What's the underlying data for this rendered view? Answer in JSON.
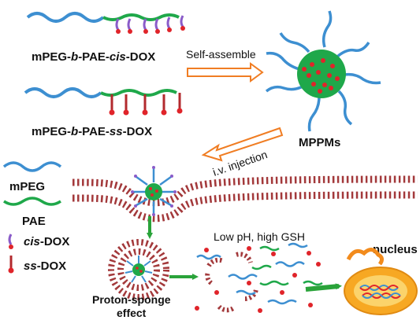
{
  "labels": {
    "polymer1": {
      "pre": "mPEG-",
      "b": "b",
      "mid": "-PAE-",
      "suffix": "cis",
      "post": "-DOX"
    },
    "polymer2": {
      "pre": "mPEG-",
      "b": "b",
      "mid": "-PAE-",
      "suffix": "ss",
      "post": "-DOX"
    },
    "self_assemble": "Self-assemble",
    "iv_injection": "i.v. injection",
    "mppms": "MPPMs",
    "low_ph": "Low pH, high GSH",
    "nucleus": "nucleus",
    "proton_sponge_1": "Proton-sponge",
    "proton_sponge_2": "effect"
  },
  "legend": {
    "mpeg": "mPEG",
    "pae": "PAE",
    "cis_dox": {
      "italic": "cis",
      "rest": "-DOX"
    },
    "ss_dox": {
      "italic": "ss",
      "rest": "-DOX"
    }
  },
  "colors": {
    "mpeg_blue": "#3d8fd1",
    "pae_green": "#1fa84a",
    "dox_red": "#e0242a",
    "cis_purple": "#8a5cc9",
    "arrow_orange": "#f07d23",
    "arrow_green": "#2aa33a",
    "membrane_red": "#a3393b",
    "cell_orange": "#f7a823",
    "nucleus_orange": "#f28b1c"
  },
  "icons": [
    "self-assemble-arrow-icon",
    "injection-arrow-icon",
    "micelle-icon",
    "endosome-icon",
    "nucleus-icon"
  ]
}
